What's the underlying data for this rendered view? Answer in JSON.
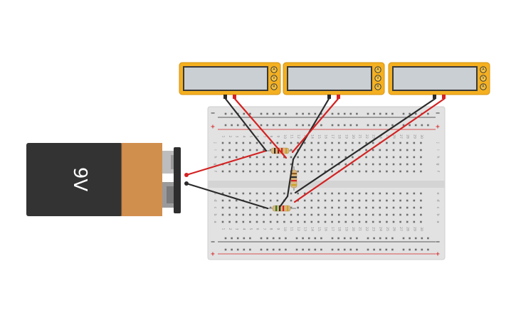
{
  "battery": {
    "label": "9V"
  },
  "multimeters": [
    {
      "id": "m1",
      "buttons": [
        "A",
        "V",
        "R"
      ]
    },
    {
      "id": "m2",
      "buttons": [
        "A",
        "V",
        "R"
      ]
    },
    {
      "id": "m3",
      "buttons": [
        "A",
        "V",
        "R"
      ]
    }
  ],
  "breadboard": {
    "columns": 30,
    "rows_top": [
      "j",
      "i",
      "h",
      "g",
      "f"
    ],
    "rows_bottom": [
      "e",
      "d",
      "c",
      "b",
      "a"
    ],
    "rail_minus": "−",
    "rail_plus": "+"
  },
  "colors": {
    "wire_red": "#d42222",
    "wire_black": "#2b2b2b",
    "multimeter_body": "#f4b020",
    "battery_body": "#333333",
    "battery_cap": "#d18f4e",
    "breadboard": "#e2e2e2"
  },
  "components": [
    "multimeter",
    "multimeter",
    "multimeter",
    "9V battery",
    "breadboard",
    "resistor",
    "resistor",
    "resistor"
  ]
}
